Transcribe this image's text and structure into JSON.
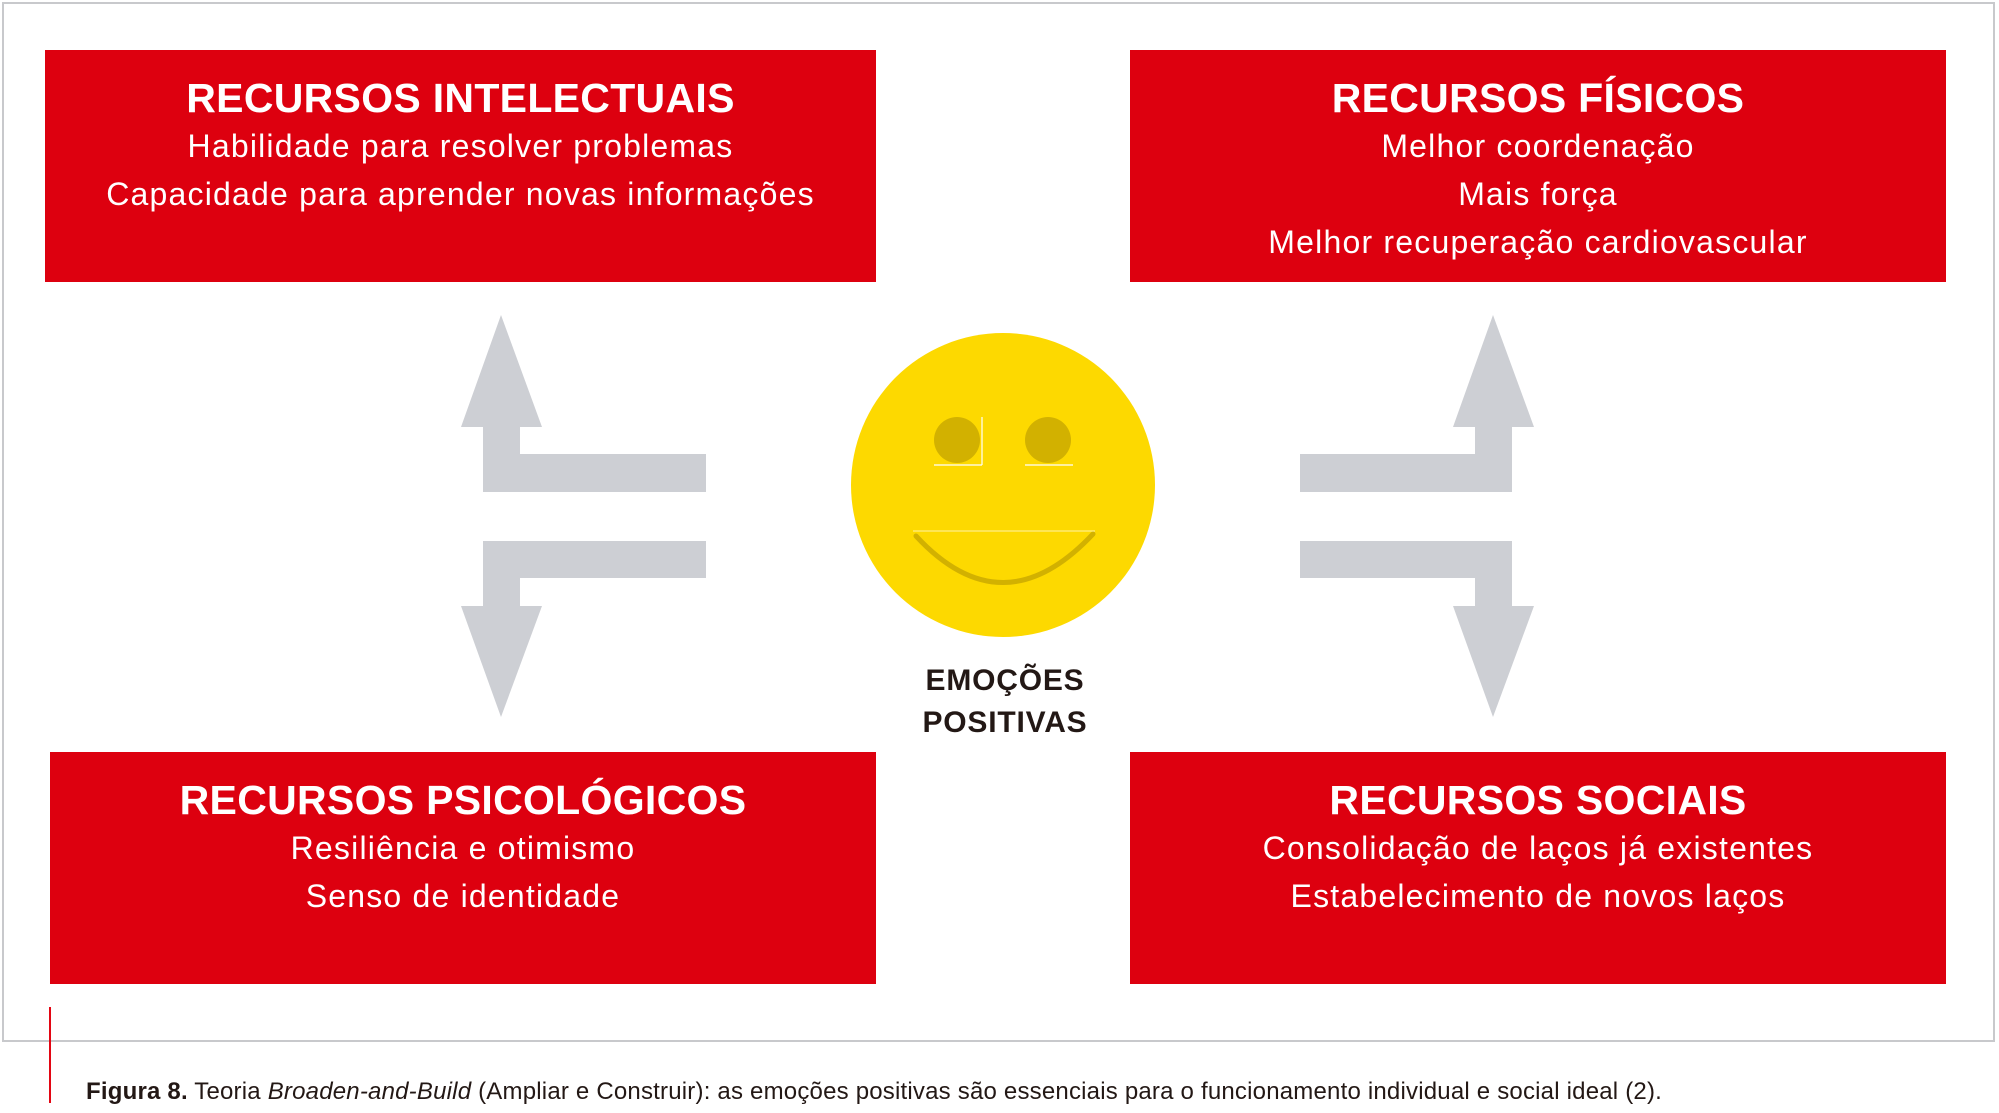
{
  "colors": {
    "box_red": "#dd000f",
    "arrow_gray": "#cdcfd4",
    "smiley_face": "#fdd900",
    "smiley_features": "#d2b100",
    "caption_rule": "#e30613",
    "text_dark": "#231815"
  },
  "boxes": {
    "intellectual": {
      "title": "RECURSOS INTELECTUAIS",
      "lines": [
        "Habilidade para resolver problemas",
        "Capacidade para aprender novas informações"
      ]
    },
    "physical": {
      "title": "RECURSOS FÍSICOS",
      "lines": [
        "Melhor coordenação",
        "Mais força",
        "Melhor recuperação cardiovascular"
      ]
    },
    "psychological": {
      "title": "RECURSOS PSICOLÓGICOS",
      "lines": [
        "Resiliência e otimismo",
        "Senso de identidade"
      ]
    },
    "social": {
      "title": "RECURSOS SOCIAIS",
      "lines": [
        "Consolidação de laços já existentes",
        "Estabelecimento de novos laços"
      ]
    }
  },
  "center": {
    "icon": "smiley-face-icon",
    "label_line1": "EMOÇÕES",
    "label_line2": "POSITIVAS"
  },
  "arrows": {
    "left_icon": "bidirectional-elbow-arrows-left-icon",
    "right_icon": "bidirectional-elbow-arrows-right-icon"
  },
  "caption": {
    "label": "Figura 8.",
    "text_before_italic": " Teoria ",
    "italic": "Broaden-and-Build",
    "text_after_italic": " (Ampliar e Construir): as emoções positivas são essenciais para o funcionamento individual e social ideal (2)."
  }
}
